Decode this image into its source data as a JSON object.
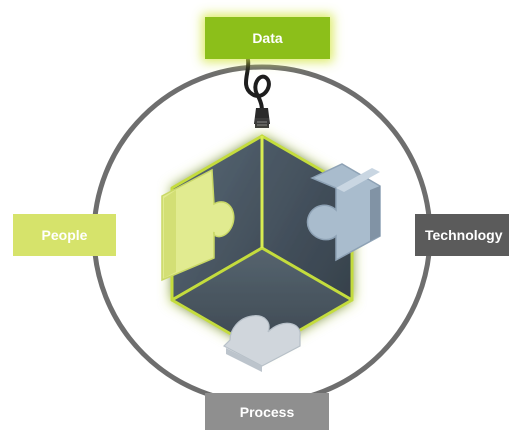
{
  "labels": {
    "data": "Data",
    "people": "People",
    "technology": "Technology",
    "process": "Process"
  },
  "icons": {
    "cube": "puzzle-cube-icon",
    "cable": "network-cable-icon"
  },
  "colors": {
    "data_box": "#8cbf1a",
    "data_glow": "#d8ec52",
    "people_box": "#d6e36b",
    "people_piece": "#e1eb90",
    "technology_box": "#5b5b5b",
    "process_box": "#8f8f8f",
    "circle": "#6e6e6e",
    "cube_face": "#4a5966",
    "cube_edge": "#c4dc3c",
    "tech_piece": "#a9bccd",
    "process_piece": "#d0d6dc"
  }
}
